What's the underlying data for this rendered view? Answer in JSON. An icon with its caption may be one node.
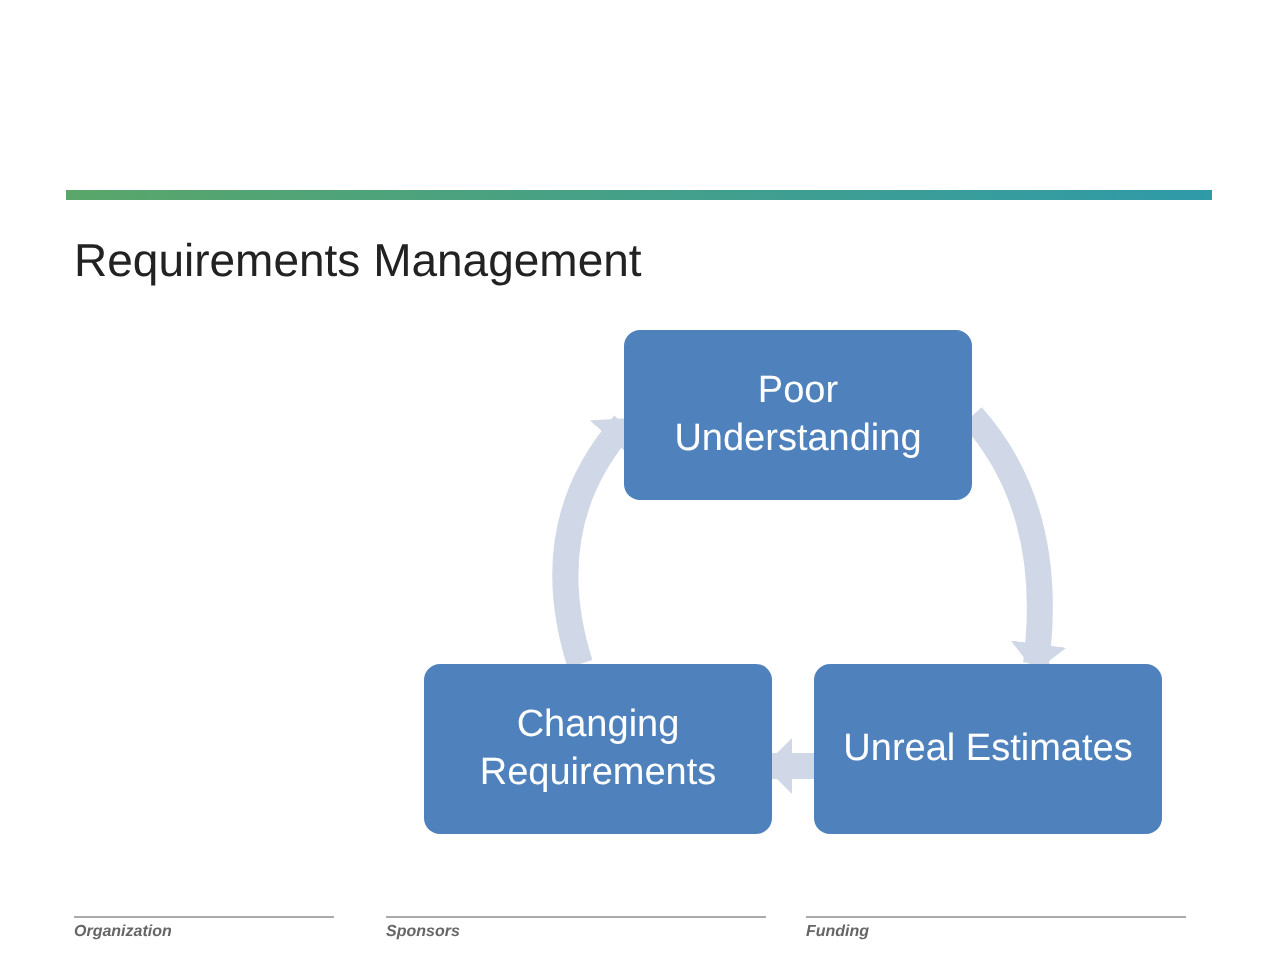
{
  "diagram": {
    "nodes": [
      {
        "text": [
          "Poor Understanding"
        ]
      },
      {
        "text": [
          "Unreal Estimates"
        ]
      },
      {
        "text": [
          "Changing Requirements"
        ]
      }
    ],
    "edges": [
      {
        "from": 0,
        "to": 1,
        "arrow": "to"
      },
      {
        "from": 1,
        "to": 2,
        "arrow": "to"
      },
      {
        "from": 2,
        "to": 0,
        "arrow": "to"
      }
    ],
    "labels": [
      "Requirements Management",
      "Organization",
      "Sponsors",
      "Funding"
    ]
  }
}
